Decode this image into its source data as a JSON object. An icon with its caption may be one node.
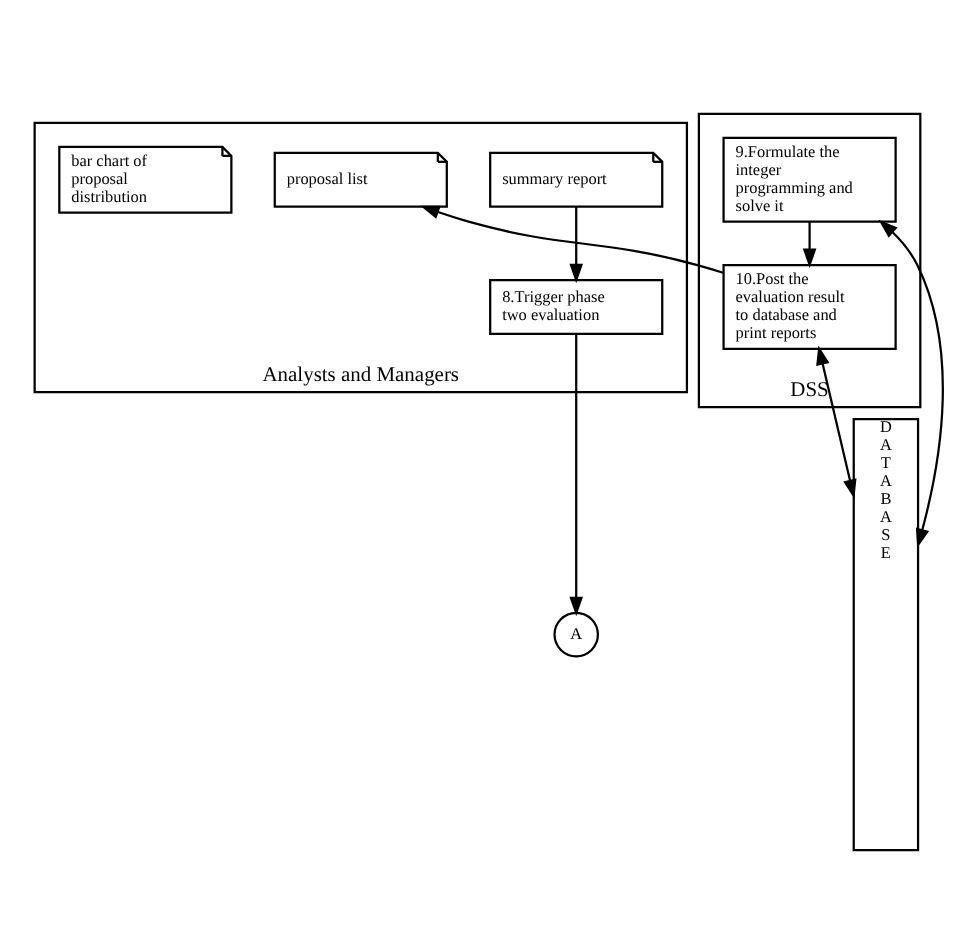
{
  "diagram": {
    "nodes": [
      {
        "text": [
          "A"
        ]
      },
      {
        "text": [
          "Analysts and Managers"
        ]
      },
      {
        "text": [
          "8.Trigger phase two evaluation"
        ],
        "in": 1
      },
      {
        "text": [
          "summary report"
        ],
        "in": 1
      },
      {
        "text": [
          "proposal list"
        ],
        "in": 1
      },
      {
        "text": [
          "bar chart of proposal distribution"
        ],
        "in": 1
      },
      {
        "text": [
          "DSS"
        ]
      },
      {
        "text": [
          "9.Formulate the integer programming and solve it"
        ],
        "in": 6
      },
      {
        "text": [
          "10.Post the evaluation result to database and print reports"
        ],
        "in": 6
      },
      {
        "text": [
          "DATABASE"
        ]
      }
    ],
    "edges": [
      {
        "from": 2,
        "to": 0,
        "arrow": "to"
      },
      {
        "from": 3,
        "to": 2,
        "arrow": "to"
      },
      {
        "from": 7,
        "to": 8,
        "arrow": "to"
      },
      {
        "from": 8,
        "to": 4,
        "arrow": "to"
      },
      {
        "from": 7,
        "to": 9,
        "arrow": "both"
      },
      {
        "from": 8,
        "to": 9,
        "arrow": "both"
      }
    ]
  }
}
